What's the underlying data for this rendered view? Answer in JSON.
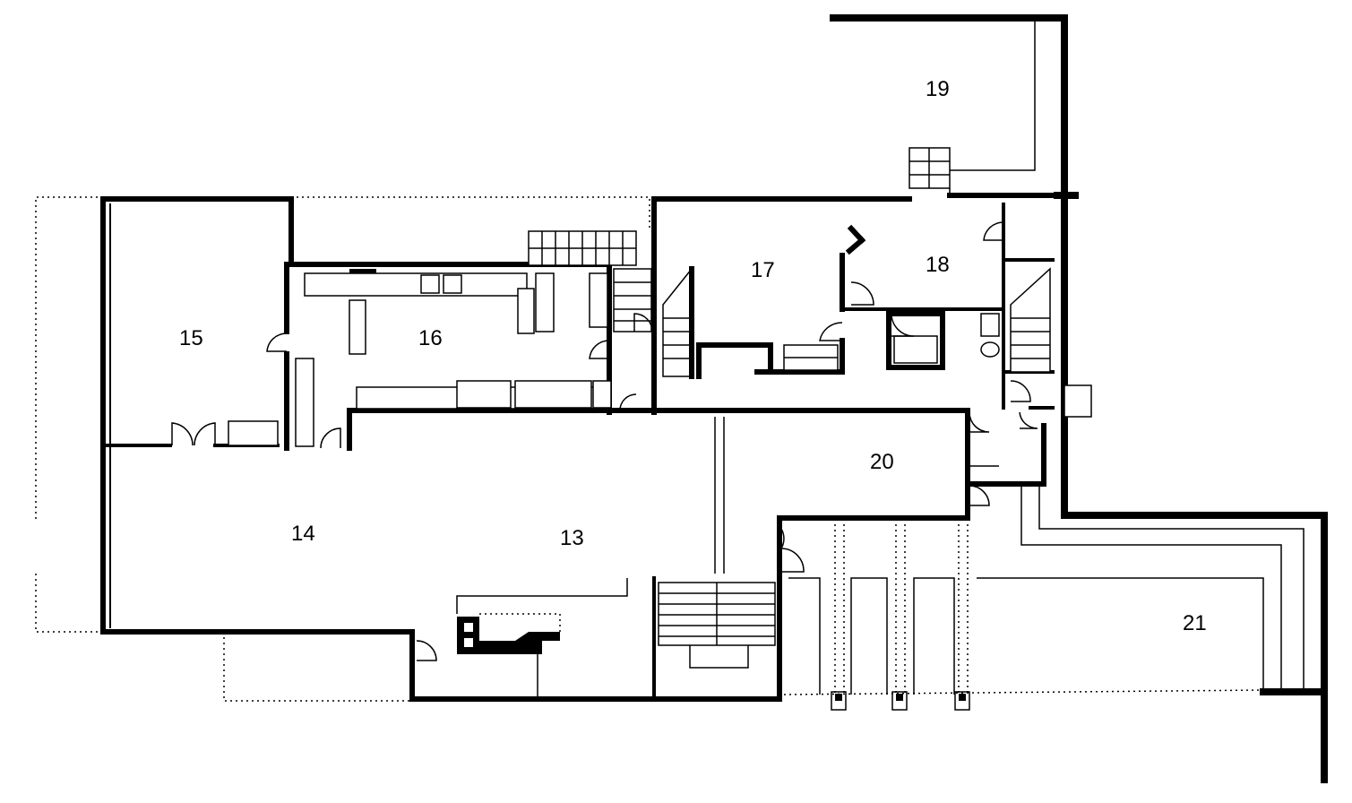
{
  "rooms": [
    {
      "id": "13",
      "label": "13"
    },
    {
      "id": "14",
      "label": "14"
    },
    {
      "id": "15",
      "label": "15"
    },
    {
      "id": "16",
      "label": "16"
    },
    {
      "id": "17",
      "label": "17"
    },
    {
      "id": "18",
      "label": "18"
    },
    {
      "id": "19",
      "label": "19"
    },
    {
      "id": "20",
      "label": "20"
    },
    {
      "id": "21",
      "label": "21"
    }
  ],
  "colors": {
    "ink": "#000000",
    "paper": "#ffffff"
  }
}
